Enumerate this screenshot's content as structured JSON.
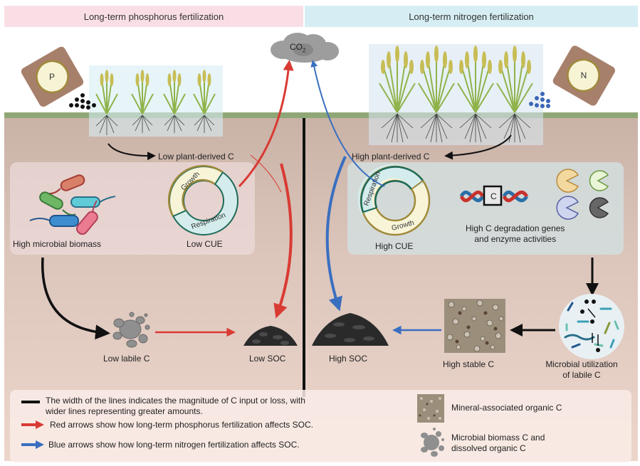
{
  "headers": {
    "left": "Long-term phosphorus fertilization",
    "right": "Long-term nitrogen fertilization"
  },
  "co2_label": "CO",
  "co2_subscript": "2",
  "fertilizers": {
    "left_bag": "P",
    "right_bag": "N"
  },
  "left": {
    "plant_c": "Low plant-derived C",
    "biomass": "High microbial biomass",
    "cue": "Low CUE",
    "ring_growth": "Growth",
    "ring_respiration": "Respiration",
    "labile": "Low labile C",
    "soc": "Low SOC"
  },
  "right": {
    "plant_c": "High plant-derived C",
    "cue": "High CUE",
    "ring_growth": "Growth",
    "ring_respiration": "Respiration",
    "gene_box": "C",
    "genes_line1": "High C  degradation genes",
    "genes_line2": "and enzyme activities",
    "soc": "High SOC",
    "stable": "High stable C",
    "util_line1": "Microbial utilization",
    "util_line2": "of labile C"
  },
  "legend": {
    "line_width_1": "The width of the lines indicates the magnitude of C input or loss, with",
    "line_width_2": "wider lines representing greater amounts.",
    "red": "Red arrows show how long-term phosphorus fertilization affects SOC.",
    "blue": "Blue arrows show how long-term nitrogen fertilization affects SOC.",
    "mineral": "Mineral-associated organic C",
    "microbial_1": "Microbial biomass C and",
    "microbial_2": "dissolved organic C"
  },
  "colors": {
    "red_arrow": "#d93a34",
    "blue_arrow": "#3a6fc0",
    "ground": "#8fa676",
    "header_left": "#f9dfe5",
    "header_right": "#d6eef3"
  }
}
